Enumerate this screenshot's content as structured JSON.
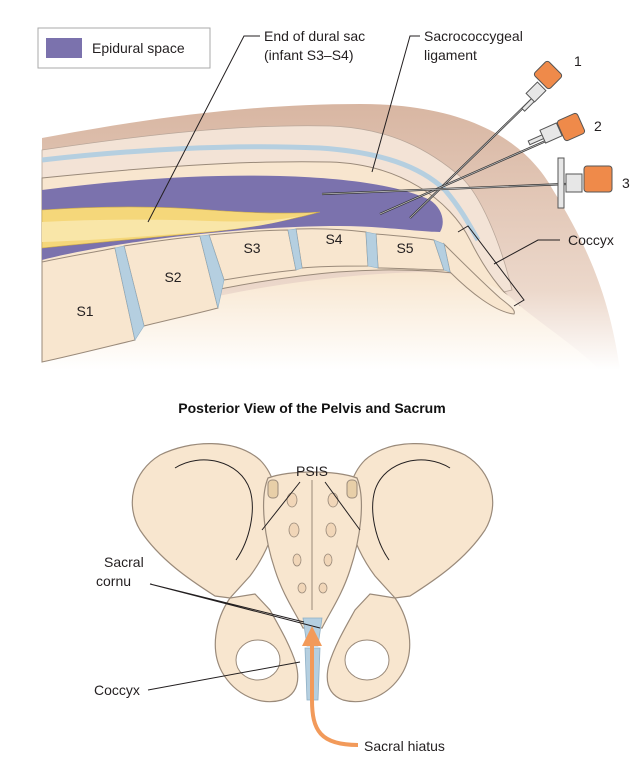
{
  "colors": {
    "epidural": "#7b72ad",
    "bone": "#f8e6cf",
    "bone_outline": "#9a8a7a",
    "disc": "#b5cfe0",
    "dural_sac": "#f5d77a",
    "skin": "#d7b49f",
    "needle_hub": "#ef8a4a",
    "arrow": "#f29a5a"
  },
  "legend": {
    "label": "Epidural space"
  },
  "top_labels": {
    "dural_sac_line1": "End of dural sac",
    "dural_sac_line2": "(infant S3–S4)",
    "ligament_line1": "Sacrococcygeal",
    "ligament_line2": "ligament",
    "coccyx": "Coccyx"
  },
  "segments": [
    "S1",
    "S2",
    "S3",
    "S4",
    "S5"
  ],
  "needles": [
    "1",
    "2",
    "3"
  ],
  "bottom": {
    "title": "Posterior View of the Pelvis and Sacrum",
    "psis": "PSIS",
    "sacral_cornu_line1": "Sacral",
    "sacral_cornu_line2": "cornu",
    "coccyx": "Coccyx",
    "sacral_hiatus": "Sacral hiatus"
  }
}
